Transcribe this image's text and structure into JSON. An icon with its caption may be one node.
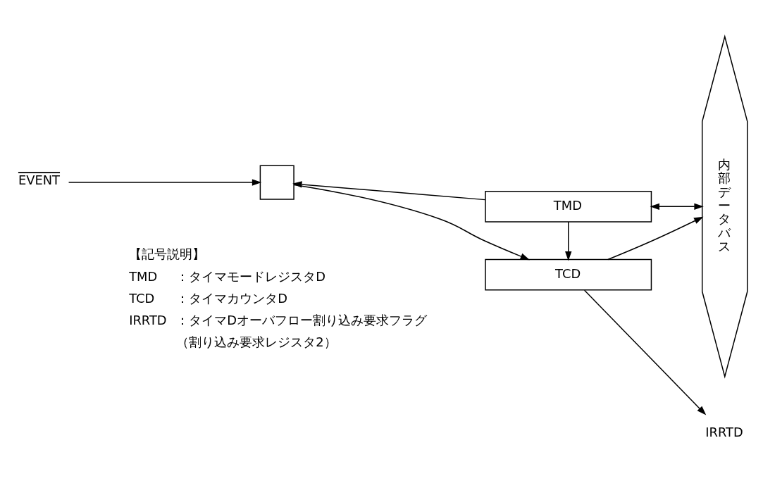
{
  "diagram": {
    "nodes": [
      {
        "text": [
          "TMD"
        ]
      },
      {
        "text": [
          "内部データバス"
        ]
      },
      {
        "text": [
          "EVENT"
        ]
      },
      {
        "text": [],
        "shape": "box"
      },
      {
        "text": [
          "TCD"
        ]
      },
      {
        "text": [
          "IRRTD"
        ]
      }
    ],
    "edges": [
      {
        "from": 0,
        "to": 1,
        "arrow": "both"
      },
      {
        "from": 0,
        "to": 3,
        "arrow": "to"
      },
      {
        "from": 0,
        "to": 4,
        "arrow": "to"
      },
      {
        "from": 2,
        "to": 3,
        "arrow": "to"
      },
      {
        "from": 3,
        "to": 4,
        "arrow": "to"
      },
      {
        "from": 4,
        "to": 1,
        "arrow": "to"
      },
      {
        "from": 4,
        "to": 5,
        "arrow": "to"
      }
    ],
    "labels": [
      "【記号説明】",
      "TMD",
      "：タイマモードレジスタD",
      "TCD",
      "：タイマカウンタD",
      "IRRTD",
      "：タイマDオーバフロー割り込み要求フラグ",
      "（割り込み要求レジスタ2）"
    ]
  }
}
